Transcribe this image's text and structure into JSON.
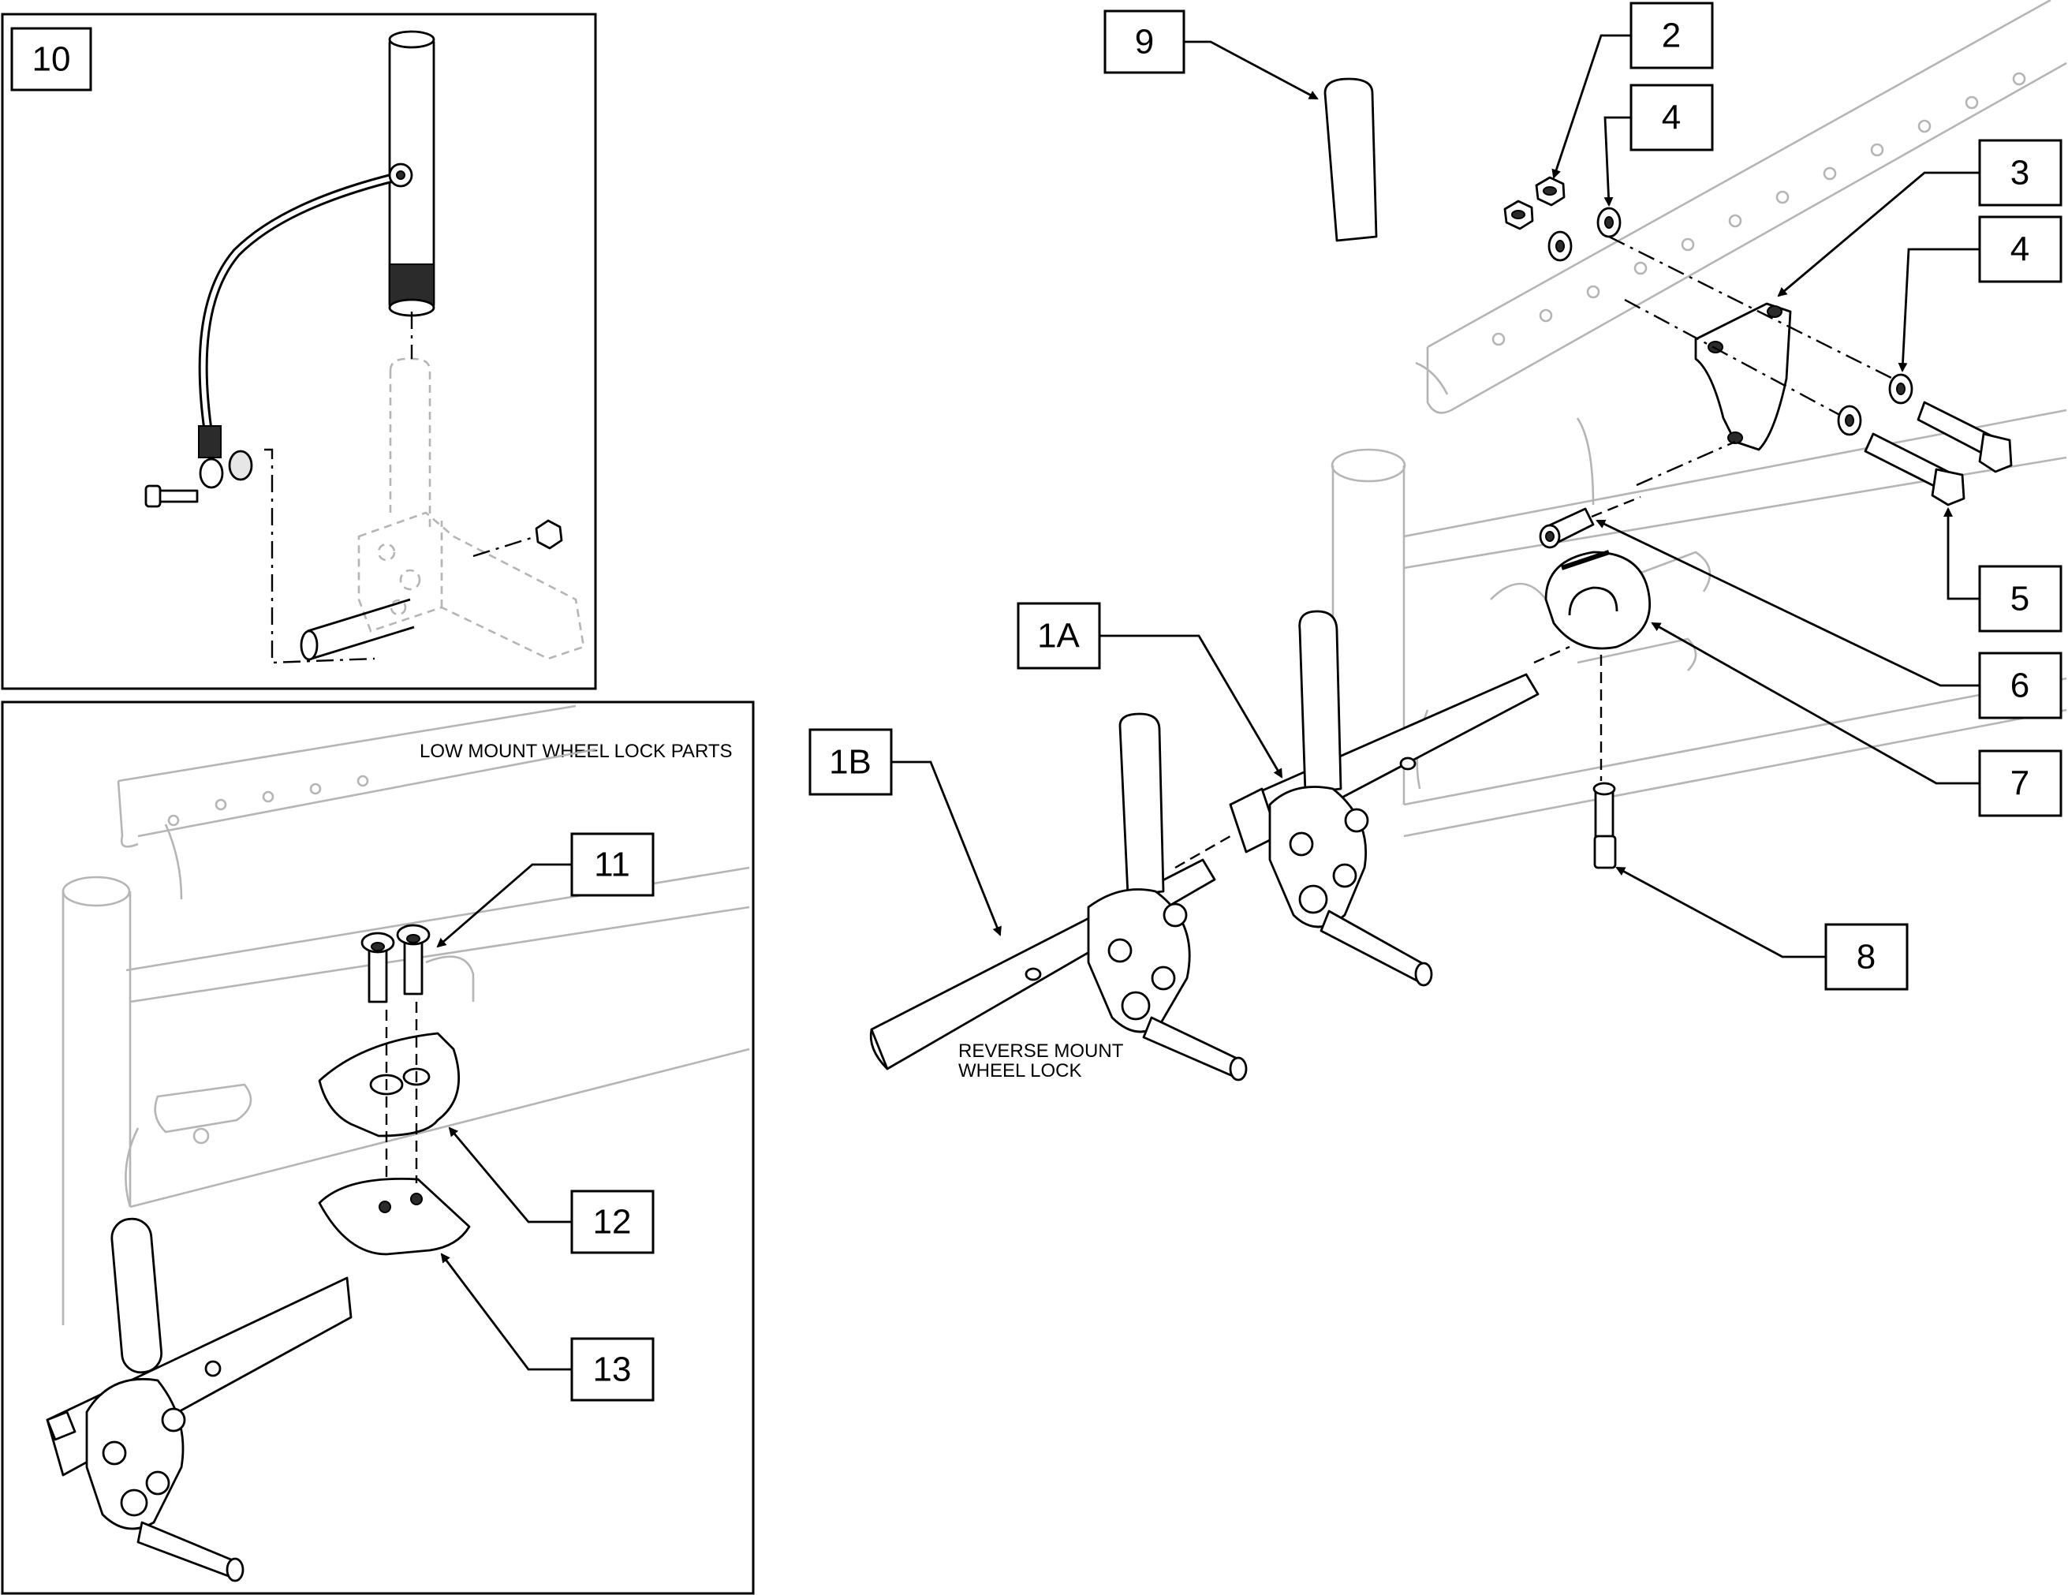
{
  "panels": {
    "low_mount_title": "LOW MOUNT WHEEL LOCK PARTS"
  },
  "notes": {
    "reverse_mount_line1": "REVERSE MOUNT",
    "reverse_mount_line2": "WHEEL LOCK"
  },
  "callouts": {
    "c10": "10",
    "c9": "9",
    "c2": "2",
    "c4a": "4",
    "c3": "3",
    "c4b": "4",
    "c5": "5",
    "c6": "6",
    "c7": "7",
    "c8": "8",
    "c1a": "1A",
    "c1b": "1B",
    "c11": "11",
    "c12": "12",
    "c13": "13"
  }
}
